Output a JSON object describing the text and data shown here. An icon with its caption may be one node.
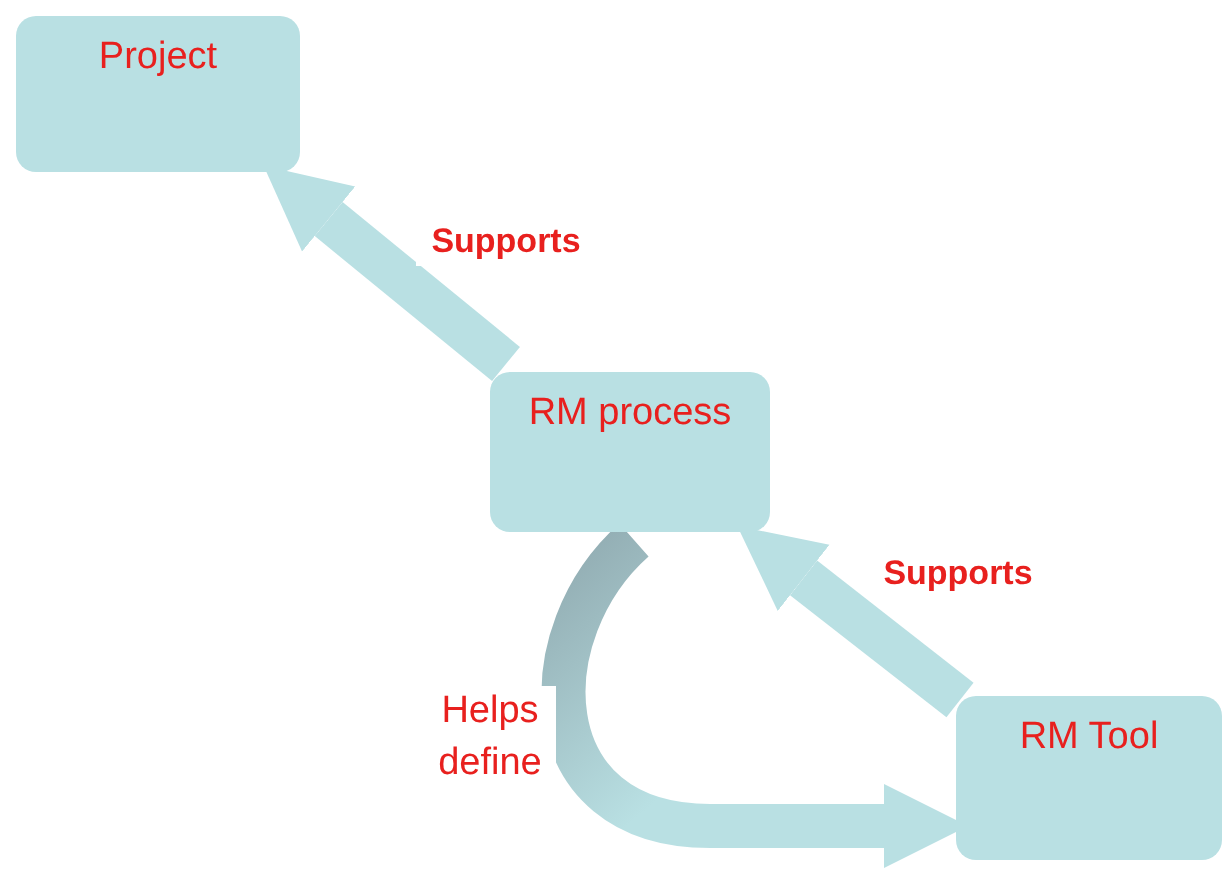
{
  "diagram": {
    "nodes": [
      {
        "text": [
          "Project"
        ]
      },
      {
        "text": [
          "RM process"
        ]
      },
      {
        "text": [
          "RM Tool"
        ]
      }
    ],
    "edges": [
      {
        "from": 1,
        "to": 0,
        "arrow": "to",
        "label": "Supports"
      },
      {
        "from": 2,
        "to": 1,
        "arrow": "to",
        "label": "Supports"
      },
      {
        "from": 1,
        "to": 2,
        "arrow": "to",
        "label": "Helps define"
      }
    ]
  }
}
